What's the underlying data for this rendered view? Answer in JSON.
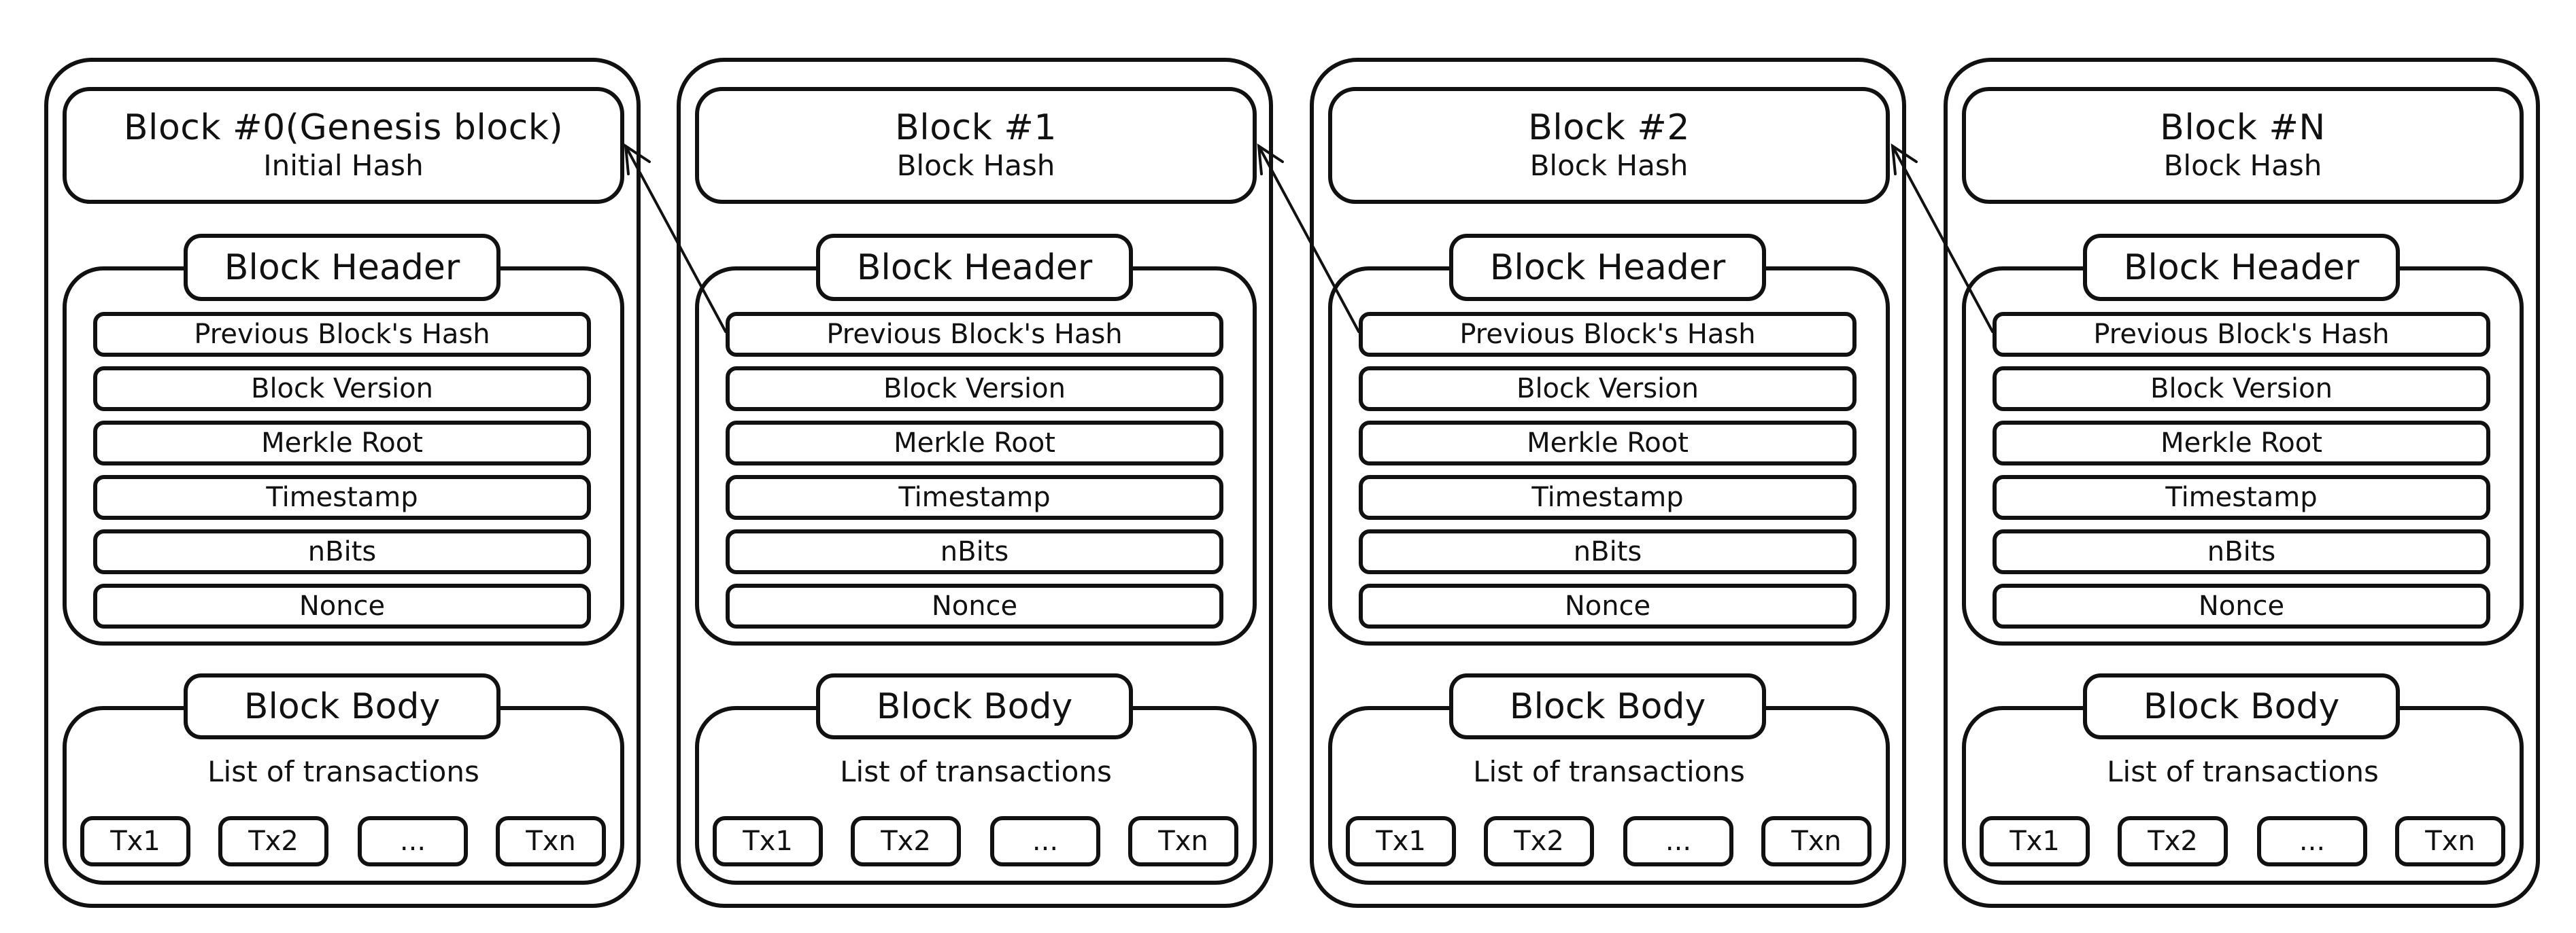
{
  "diagram": {
    "type": "blockchain-structure",
    "blocks": [
      {
        "title": "Block #0(Genesis block)",
        "subtitle": "Initial Hash",
        "header_label": "Block Header",
        "fields": [
          "Previous Block's Hash",
          "Block Version",
          "Merkle Root",
          "Timestamp",
          "nBits",
          "Nonce"
        ],
        "body_label": "Block Body",
        "list_label": "List of transactions",
        "transactions": [
          "Tx1",
          "Tx2",
          "...",
          "Txn"
        ]
      },
      {
        "title": "Block #1",
        "subtitle": "Block Hash",
        "header_label": "Block Header",
        "fields": [
          "Previous Block's Hash",
          "Block Version",
          "Merkle Root",
          "Timestamp",
          "nBits",
          "Nonce"
        ],
        "body_label": "Block Body",
        "list_label": "List of transactions",
        "transactions": [
          "Tx1",
          "Tx2",
          "...",
          "Txn"
        ]
      },
      {
        "title": "Block #2",
        "subtitle": "Block Hash",
        "header_label": "Block Header",
        "fields": [
          "Previous Block's Hash",
          "Block Version",
          "Merkle Root",
          "Timestamp",
          "nBits",
          "Nonce"
        ],
        "body_label": "Block Body",
        "list_label": "List of transactions",
        "transactions": [
          "Tx1",
          "Tx2",
          "...",
          "Txn"
        ]
      },
      {
        "title": "Block #N",
        "subtitle": "Block Hash",
        "header_label": "Block Header",
        "fields": [
          "Previous Block's Hash",
          "Block Version",
          "Merkle Root",
          "Timestamp",
          "nBits",
          "Nonce"
        ],
        "body_label": "Block Body",
        "list_label": "List of transactions",
        "transactions": [
          "Tx1",
          "Tx2",
          "...",
          "Txn"
        ]
      }
    ],
    "links": [
      {
        "from": "Block #1 Previous Block's Hash",
        "to": "Block #0 Initial Hash"
      },
      {
        "from": "Block #2 Previous Block's Hash",
        "to": "Block #1 Block Hash"
      },
      {
        "from": "Block #N Previous Block's Hash",
        "to": "Block #2 Block Hash"
      }
    ],
    "colors": {
      "stroke": "#111111",
      "background": "#ffffff"
    }
  }
}
